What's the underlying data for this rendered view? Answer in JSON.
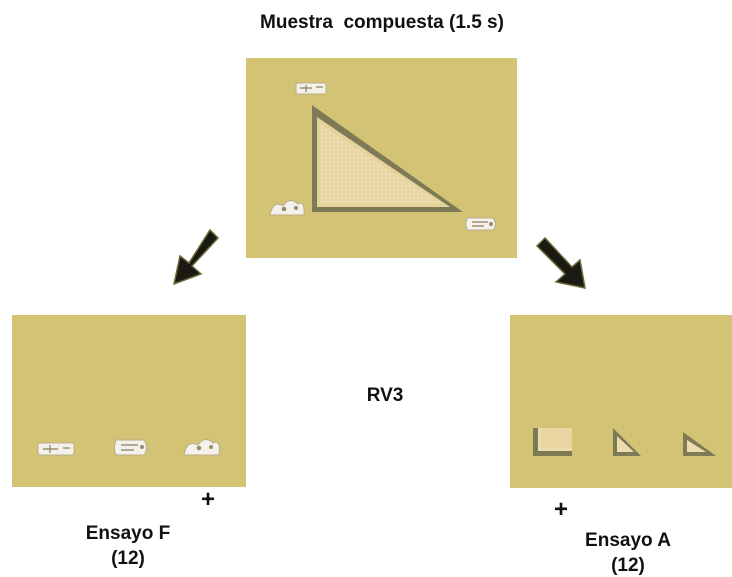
{
  "title": "Muestra  compuesta (1.5 s)",
  "center_label": "RV3",
  "left_trial": {
    "name": "Ensayo F",
    "count": "(12)"
  },
  "right_trial": {
    "name": "Ensayo A",
    "count": "(12)"
  },
  "fixation_symbol": "+",
  "colors": {
    "panel": "#d2c375",
    "parchment": "#eddcad",
    "border": "#7d7a55",
    "arrow_fill": "#1a1a12",
    "arrow_highlight": "#6b6a3b",
    "glyph": "#f4f1ea"
  },
  "icons": [
    "sample-triangle-figure",
    "glyph-icon-flat",
    "glyph-icon-curled",
    "glyph-icon-block",
    "corner-shape-icon",
    "triangle-shape-icon",
    "flat-triangle-shape-icon",
    "arrow-down-left-icon",
    "arrow-down-right-icon"
  ]
}
